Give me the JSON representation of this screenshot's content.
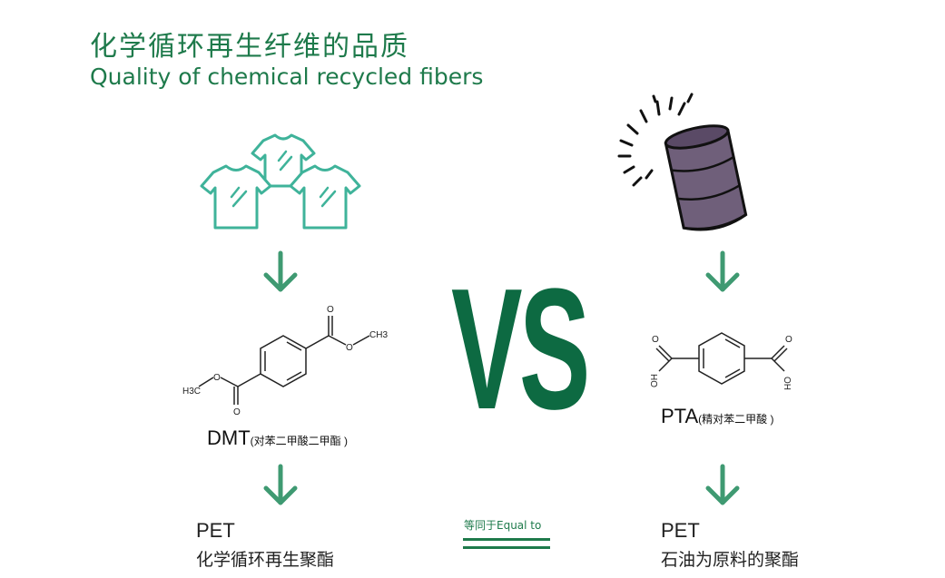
{
  "header": {
    "title_cn": "化学循环再生纤维的品质",
    "title_en": "Quality of chemical recycled fibers"
  },
  "center": {
    "vs": "VS",
    "equal_label": "等同于Equal to"
  },
  "left": {
    "compound": "DMT",
    "compound_note": "(对苯二甲酸二甲酯 )",
    "chem_labels": {
      "ch3_right": "CH3",
      "ch3_left": "H3C",
      "o": "O"
    },
    "product": "PET",
    "product_cn": "化学循环再生聚酯"
  },
  "right": {
    "compound": "PTA",
    "compound_note": "(精对苯二甲酸 )",
    "chem_labels": {
      "oh": "OH",
      "o": "O"
    },
    "product": "PET",
    "product_cn": "石油为原料的聚酯"
  },
  "colors": {
    "brand_green": "#1e7a4b",
    "vs_green": "#0d6a42",
    "tshirt_teal": "#3fb39a",
    "arrow_green": "#3f9a72",
    "barrel_purple": "#6f5f7a"
  }
}
